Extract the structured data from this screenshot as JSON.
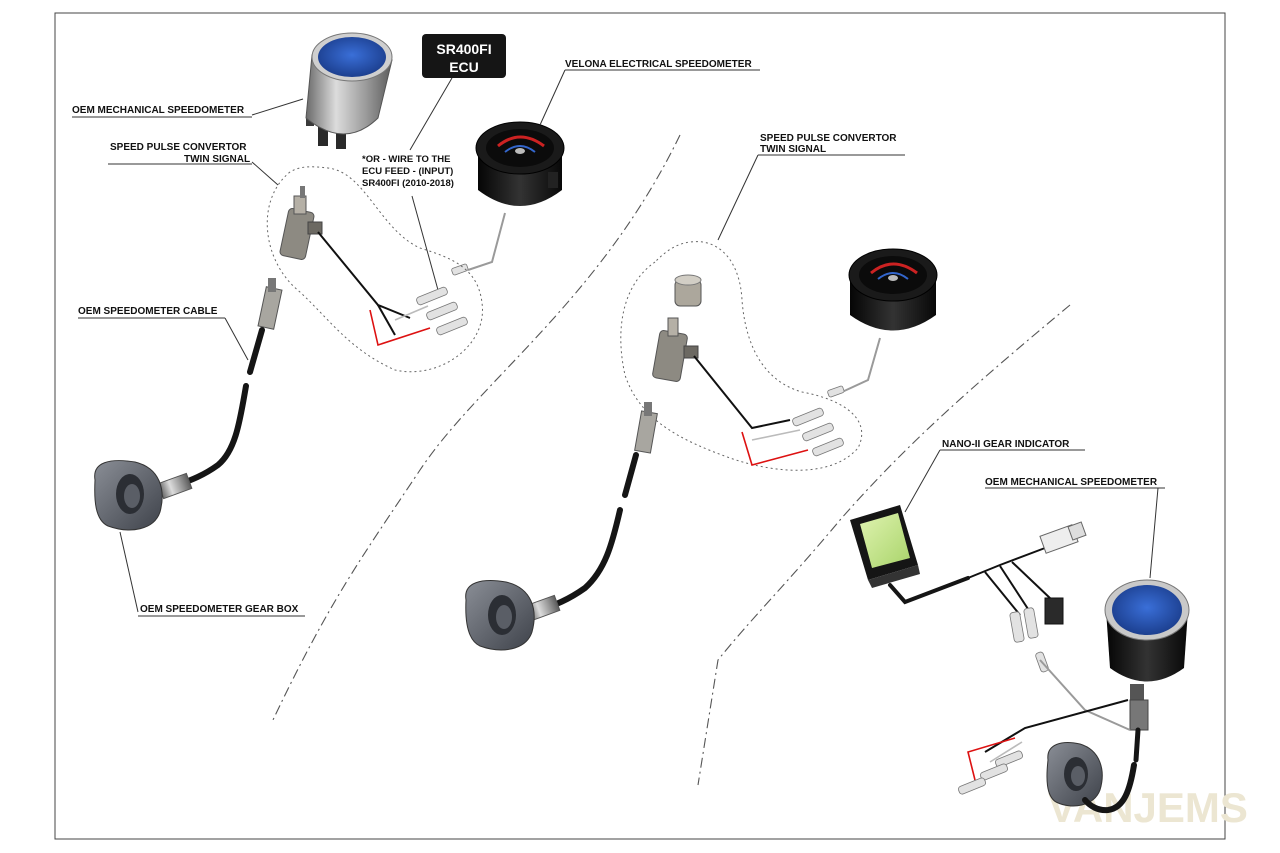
{
  "labels": {
    "oem_mech_speedo_1": "OEM MECHANICAL SPEEDOMETER",
    "pulse_convertor_1_line1": "SPEED PULSE CONVERTOR",
    "pulse_convertor_1_line2": "TWIN SIGNAL",
    "ecu_line1": "SR400FI",
    "ecu_line2": "ECU",
    "ecu_note_line1": "*OR - WIRE TO THE",
    "ecu_note_line2": "ECU FEED - (INPUT)",
    "ecu_note_line3": "SR400FI (2010-2018)",
    "velona_speedo": "VELONA ELECTRICAL SPEEDOMETER",
    "oem_speedo_cable": "OEM SPEEDOMETER CABLE",
    "oem_gear_box": "OEM SPEEDOMETER GEAR BOX",
    "pulse_convertor_2_line1": "SPEED PULSE CONVERTOR",
    "pulse_convertor_2_line2": "TWIN SIGNAL",
    "nano_gear_indicator": "NANO-II   GEAR INDICATOR",
    "oem_mech_speedo_2": "OEM MECHANICAL SPEEDOMETER"
  },
  "watermark": "VANJEMS",
  "colors": {
    "dial_blue": "#2a56b8",
    "wire_red": "#dd1111",
    "ecu_box": "#151515"
  }
}
